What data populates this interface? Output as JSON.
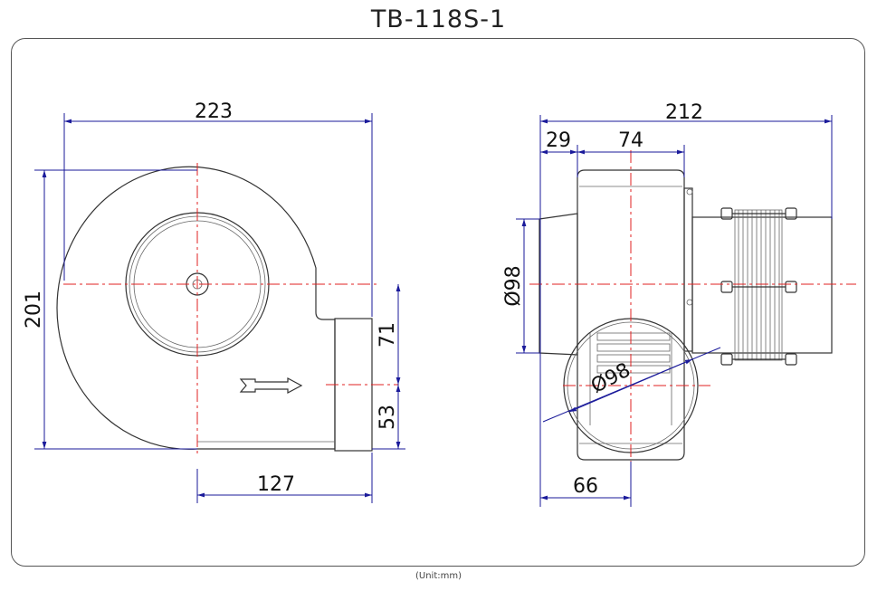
{
  "title": "TB-118S-1",
  "unit_note": "(Unit:mm)",
  "front_view": {
    "dim_width": "223",
    "dim_height": "201",
    "dim_outlet_width": "127",
    "dim_outlet_upper": "71",
    "dim_outlet_lower": "53"
  },
  "side_view": {
    "dim_total": "212",
    "dim_offset": "29",
    "dim_body": "74",
    "dim_inlet_dia": "Ø98",
    "dim_outlet_dia": "Ø98",
    "dim_outlet_pos": "66"
  },
  "colors": {
    "dimension": "#1a1a9a",
    "centerline": "#e02020",
    "outline": "#333333"
  }
}
